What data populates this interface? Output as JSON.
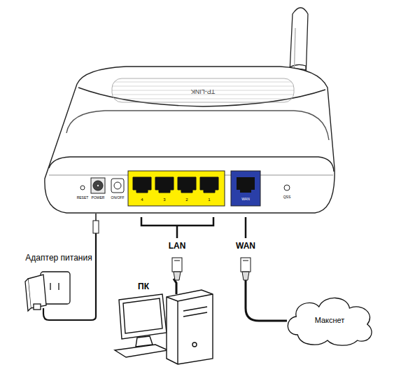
{
  "diagram": {
    "nodes": [
      {
        "text": [
          "Макснет"
        ]
      }
    ],
    "labels": [
      "TP-LINK",
      "RESET",
      "POWER",
      "ON/OFF",
      "4",
      "3",
      "2",
      "1",
      "WAN",
      "QSS",
      "LAN",
      "WAN",
      "Адаптер питания",
      "ПК"
    ]
  }
}
